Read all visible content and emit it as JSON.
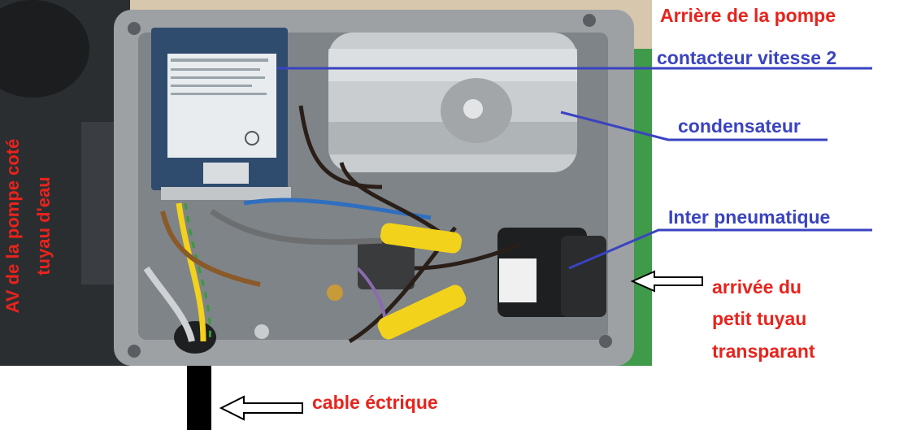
{
  "labels": {
    "rear": "Arrière de la pompe",
    "contactor": "contacteur vitesse 2",
    "capacitor": "condensateur",
    "switch": "Inter pneumatique",
    "intake_line1": "arrivée du",
    "intake_line2": "petit tuyau",
    "intake_line3": "transparant",
    "cable": "cable éctrique",
    "front_line1": "AV de la pompe coté",
    "front_line2": "tuyau d'eau"
  },
  "colors": {
    "label_red": "#e8231c",
    "label_blue": "#3a43c0",
    "box_gray": "#8a8e92",
    "pump_green": "#3f9a4a",
    "contactor_blue": "#2f4b6e",
    "wire_yellow": "#f2d21b"
  }
}
